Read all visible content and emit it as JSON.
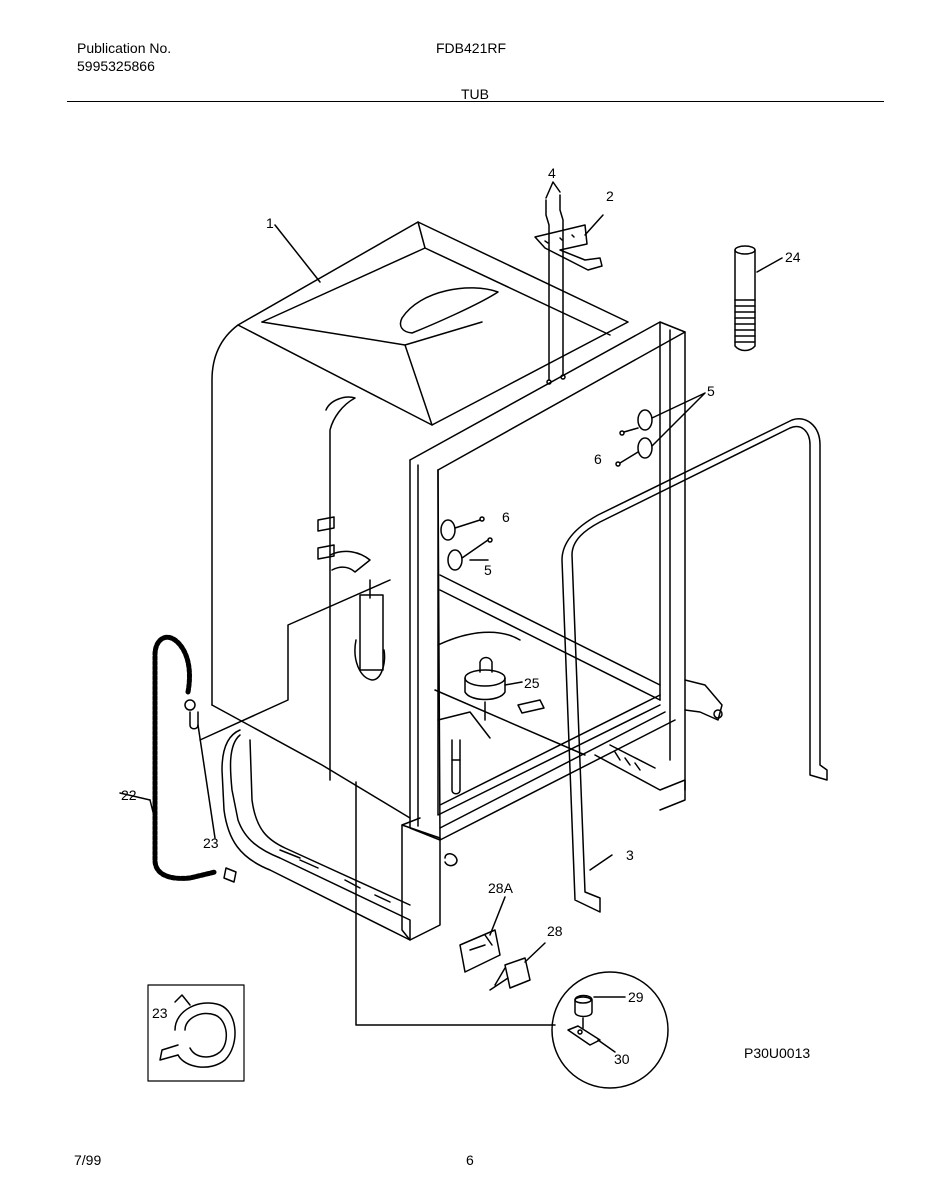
{
  "header": {
    "publication_label": "Publication No.",
    "publication_number": "5995325866",
    "model": "FDB421RF",
    "section": "TUB"
  },
  "callouts": {
    "c1": "1",
    "c2": "2",
    "c3": "3",
    "c4": "4",
    "c5a": "5",
    "c5b": "5",
    "c6a": "6",
    "c6b": "6",
    "c22": "22",
    "c23": "23",
    "c23_inset": "23",
    "c24": "24",
    "c25": "25",
    "c28": "28",
    "c28a": "28A",
    "c29": "29",
    "c30": "30"
  },
  "figure_code": "P30U0013",
  "footer": {
    "date": "7/99",
    "page": "6"
  }
}
